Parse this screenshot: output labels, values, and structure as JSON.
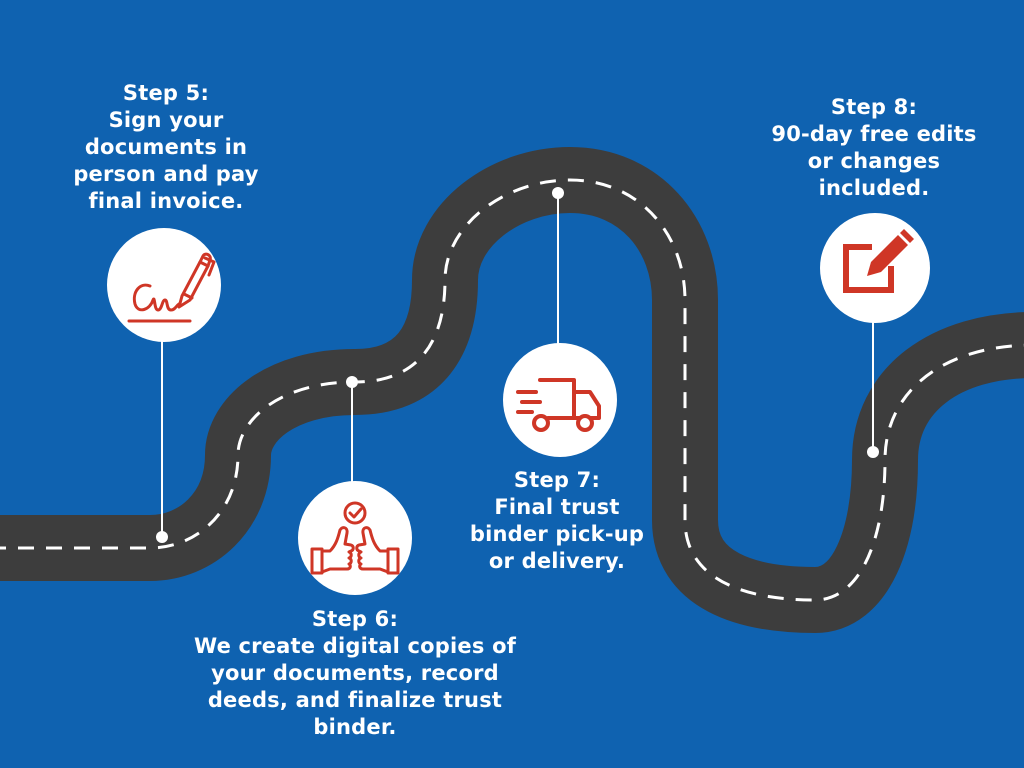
{
  "background_color": "#0f62b0",
  "road_color": "#3d3d3d",
  "lane_color": "#ffffff",
  "icon_color": "#cf3626",
  "steps": [
    {
      "title": "Step 5:",
      "description": "Sign your documents in person and pay final invoice.",
      "icon": "signature-pen-icon"
    },
    {
      "title": "Step 6:",
      "description": "We create digital copies of your documents, record deeds, and finalize trust binder.",
      "icon": "thumbs-up-check-icon"
    },
    {
      "title": "Step 7:",
      "description": "Final trust binder pick-up or delivery.",
      "icon": "delivery-truck-icon"
    },
    {
      "title": "Step 8:",
      "description": "90-day free edits or changes included.",
      "icon": "edit-square-icon"
    }
  ]
}
